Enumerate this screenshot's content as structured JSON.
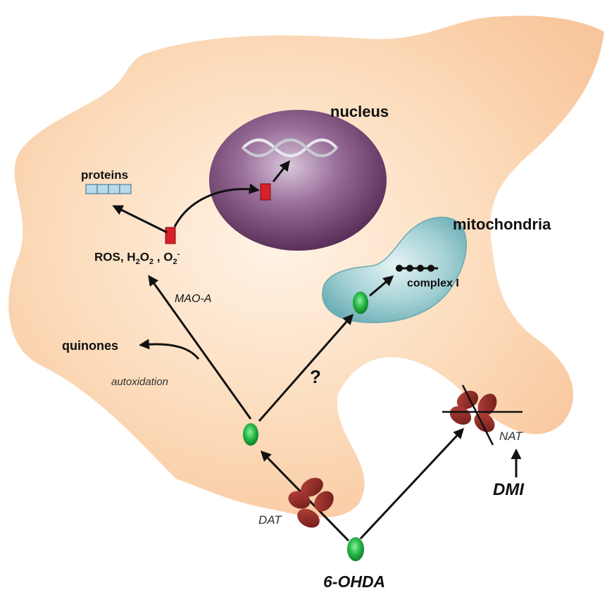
{
  "labels": {
    "nucleus": "nucleus",
    "mitochondria": "mitochondria",
    "complex_i": "complex I",
    "proteins": "proteins",
    "ros_prefix": "ROS, H",
    "ros_sub1": "2",
    "ros_o": "O",
    "ros_sub2": "2",
    "ros_comma": " , O",
    "ros_sub3": "2",
    "ros_sup": "-",
    "mao_a": "MAO-A",
    "quinones": "quinones",
    "autoxidation": "autoxidation",
    "question": "?",
    "nat": "NAT",
    "dmi": "DMI",
    "dat": "DAT",
    "toxin": "6-OHDA"
  },
  "colors": {
    "cell_fill": "#fbd3ae",
    "nucleus_fill": "#6e3f6c",
    "mitochondria_fill": "#8cc3c9",
    "molecule_green": "#1fa83c",
    "transporter_red": "#8e2a26",
    "marker_red": "#d8202a",
    "protein_blue": "#b9dbe9"
  }
}
